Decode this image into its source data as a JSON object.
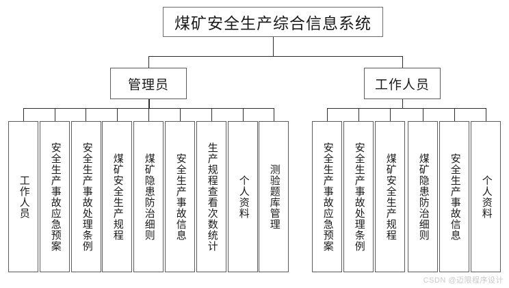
{
  "diagram": {
    "type": "org-tree",
    "title": "煤矿安全生产综合信息系统",
    "root": {
      "label": "煤矿安全生产综合信息系统"
    },
    "branches": [
      {
        "id": "admin",
        "label": "管理员",
        "leaves": [
          {
            "label": "工作人员"
          },
          {
            "label": "安全生产事故应急预案"
          },
          {
            "label": "安全生产事故处理条例"
          },
          {
            "label": "煤矿安全生产规程"
          },
          {
            "label": "煤矿隐患防治细则"
          },
          {
            "label": "安全生产事故信息"
          },
          {
            "label": "生产规程查看次数统计"
          },
          {
            "label": "个人资料"
          },
          {
            "label": "测验题库管理"
          }
        ]
      },
      {
        "id": "worker",
        "label": "工作人员",
        "leaves": [
          {
            "label": "安全生产事故应急预案"
          },
          {
            "label": "安全生产事故处理条例"
          },
          {
            "label": "煤矿安全生产规程"
          },
          {
            "label": "煤矿隐患防治细则"
          },
          {
            "label": "安全生产事故信息"
          },
          {
            "label": "个人资料"
          }
        ]
      }
    ]
  },
  "watermark": {
    "text": "CSDN @迈限程序设计"
  },
  "colors": {
    "background": "#ffffff",
    "box_border": "#5a5a5a",
    "connector": "#2b2b2b",
    "text": "#1a1a1a",
    "watermark": "#c9c9c9"
  }
}
